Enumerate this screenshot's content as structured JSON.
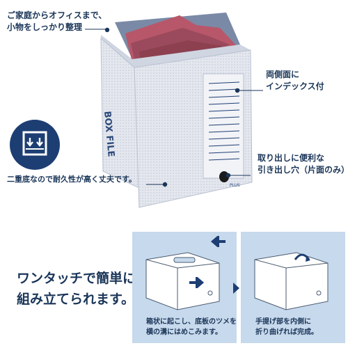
{
  "callouts": {
    "top_left": [
      "ご家庭からオフィスまで、",
      "小物をしっかり整理"
    ],
    "right_index": [
      "両側面に",
      "インデックス付"
    ],
    "left_bottom": "二重底なので耐久性が高く丈夫です。",
    "right_hole": [
      "取り出しに便利な",
      "引き出し穴（片面のみ）"
    ]
  },
  "box_side": {
    "title": "BOX FILE",
    "brand": "PLUS"
  },
  "icons": {
    "badge": "double-bottom-icon",
    "arrow_1": "arrow-left-icon",
    "arrow_2": "arrow-right-icon",
    "step_arrow": "double-chevron-right-icon"
  },
  "headline": [
    "ワンタッチで簡単に",
    "組み立てられます。"
  ],
  "steps": [
    {
      "caption": [
        "箱状に起こし、底板のツメを",
        "横の溝にはめこみます。"
      ]
    },
    {
      "caption": [
        "手提げ部を内側に",
        "折り曲げれば完成。"
      ]
    }
  ],
  "colors": {
    "navy": "#1d3e73",
    "panel": "#c7d9ec",
    "folder": "#b85868",
    "box": "#e6e8ef"
  }
}
